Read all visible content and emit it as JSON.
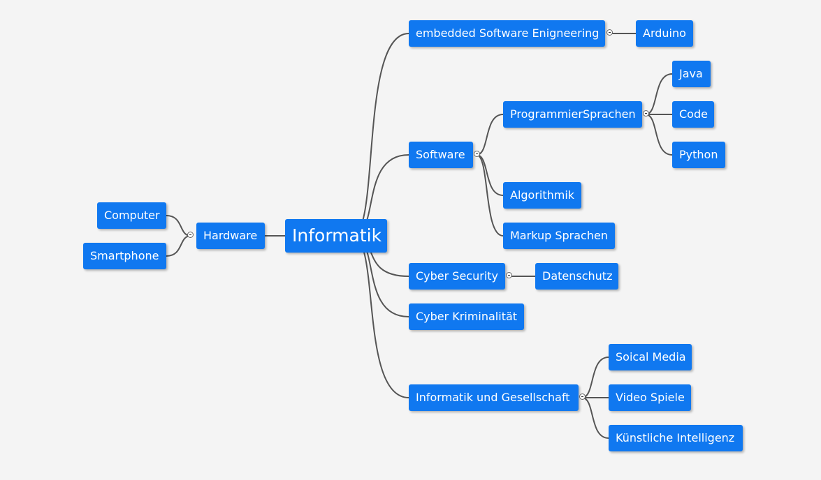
{
  "mindmap": {
    "root": {
      "id": "informatik",
      "label": "Informatik"
    },
    "nodes": [
      {
        "id": "embedded",
        "label": "embedded Software Enigneering",
        "parent": "informatik"
      },
      {
        "id": "arduino",
        "label": "Arduino",
        "parent": "embedded"
      },
      {
        "id": "software",
        "label": "Software",
        "parent": "informatik"
      },
      {
        "id": "programmier",
        "label": "ProgrammierSprachen",
        "parent": "software"
      },
      {
        "id": "java",
        "label": "Java",
        "parent": "programmier"
      },
      {
        "id": "code",
        "label": "Code",
        "parent": "programmier"
      },
      {
        "id": "python",
        "label": "Python",
        "parent": "programmier"
      },
      {
        "id": "algorithmik",
        "label": "Algorithmik",
        "parent": "software"
      },
      {
        "id": "markup",
        "label": "Markup Sprachen",
        "parent": "software"
      },
      {
        "id": "cybersec",
        "label": "Cyber Security",
        "parent": "informatik"
      },
      {
        "id": "datenschutz",
        "label": "Datenschutz",
        "parent": "cybersec"
      },
      {
        "id": "cyberkrim",
        "label": "Cyber Kriminalität",
        "parent": "informatik"
      },
      {
        "id": "gesellschaft",
        "label": "Informatik und Gesellschaft",
        "parent": "informatik"
      },
      {
        "id": "social",
        "label": "Soical Media",
        "parent": "gesellschaft"
      },
      {
        "id": "video",
        "label": "Video Spiele",
        "parent": "gesellschaft"
      },
      {
        "id": "ki",
        "label": "Künstliche Intelligenz",
        "parent": "gesellschaft"
      },
      {
        "id": "hardware",
        "label": "Hardware",
        "parent": "informatik"
      },
      {
        "id": "computer",
        "label": "Computer",
        "parent": "hardware"
      },
      {
        "id": "smartphone",
        "label": "Smartphone",
        "parent": "hardware"
      }
    ]
  },
  "colors": {
    "background": "#f4f4f4",
    "node_fill": "#1078f0",
    "node_text": "#ffffff",
    "connector": "#555555"
  }
}
